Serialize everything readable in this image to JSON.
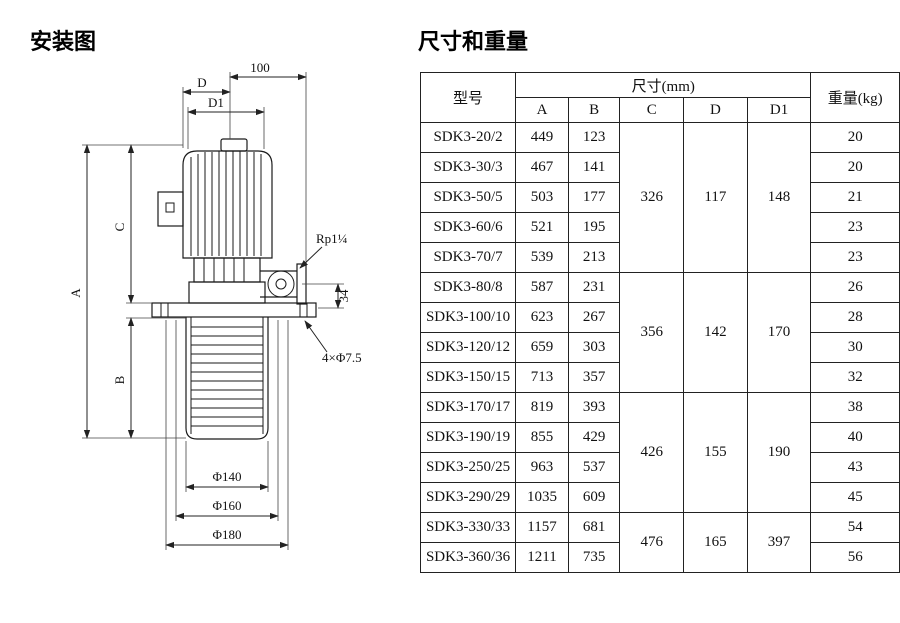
{
  "page": {
    "diagram_title": "安装图",
    "table_title": "尺寸和重量"
  },
  "diagram": {
    "dim_d": "D",
    "dim_100": "100",
    "dim_d1": "D1",
    "dim_a": "A",
    "dim_b": "B",
    "dim_c": "C",
    "dim_rp": "Rp1¼",
    "dim_34": "34",
    "dim_holes": "4×Φ7.5",
    "dim_phi140": "Φ140",
    "dim_phi160": "Φ160",
    "dim_phi180": "Φ180"
  },
  "table": {
    "header": {
      "model": "型号",
      "dims": "尺寸(mm)",
      "weight": "重量(kg)",
      "cols": [
        "A",
        "B",
        "C",
        "D",
        "D1"
      ]
    },
    "groups": [
      {
        "c": "326",
        "d": "117",
        "d1": "148"
      },
      {
        "c": "356",
        "d": "142",
        "d1": "170"
      },
      {
        "c": "426",
        "d": "155",
        "d1": "190"
      },
      {
        "c": "476",
        "d": "165",
        "d1": "397"
      }
    ],
    "rows": [
      {
        "model": "SDK3-20/2",
        "a": "449",
        "b": "123",
        "w": "20"
      },
      {
        "model": "SDK3-30/3",
        "a": "467",
        "b": "141",
        "w": "20"
      },
      {
        "model": "SDK3-50/5",
        "a": "503",
        "b": "177",
        "w": "21"
      },
      {
        "model": "SDK3-60/6",
        "a": "521",
        "b": "195",
        "w": "23"
      },
      {
        "model": "SDK3-70/7",
        "a": "539",
        "b": "213",
        "w": "23"
      },
      {
        "model": "SDK3-80/8",
        "a": "587",
        "b": "231",
        "w": "26"
      },
      {
        "model": "SDK3-100/10",
        "a": "623",
        "b": "267",
        "w": "28"
      },
      {
        "model": "SDK3-120/12",
        "a": "659",
        "b": "303",
        "w": "30"
      },
      {
        "model": "SDK3-150/15",
        "a": "713",
        "b": "357",
        "w": "32"
      },
      {
        "model": "SDK3-170/17",
        "a": "819",
        "b": "393",
        "w": "38"
      },
      {
        "model": "SDK3-190/19",
        "a": "855",
        "b": "429",
        "w": "40"
      },
      {
        "model": "SDK3-250/25",
        "a": "963",
        "b": "537",
        "w": "43"
      },
      {
        "model": "SDK3-290/29",
        "a": "1035",
        "b": "609",
        "w": "45"
      },
      {
        "model": "SDK3-330/33",
        "a": "1157",
        "b": "681",
        "w": "54"
      },
      {
        "model": "SDK3-360/36",
        "a": "1211",
        "b": "735",
        "w": "56"
      }
    ]
  }
}
